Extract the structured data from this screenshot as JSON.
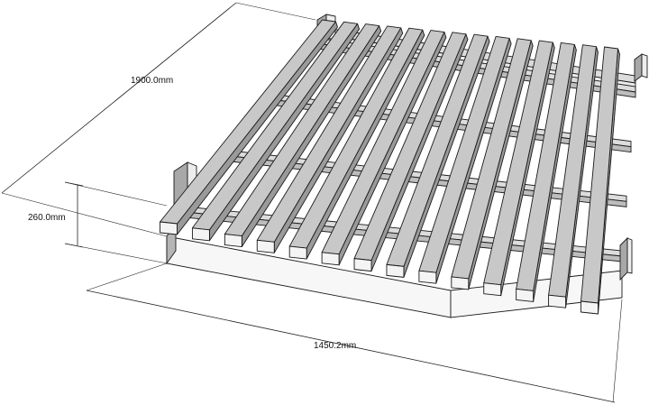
{
  "dimensions": {
    "length": "1900.0mm",
    "height": "260.0mm",
    "width": "1450.2mm"
  },
  "model": {
    "slat_count": 14,
    "cross_beam_count": 4,
    "colors": {
      "background": "#ffffff",
      "line": "#1a1a1a",
      "slat_top": "#c8c8c8",
      "slat_side": "#9a9a9a"
    }
  }
}
